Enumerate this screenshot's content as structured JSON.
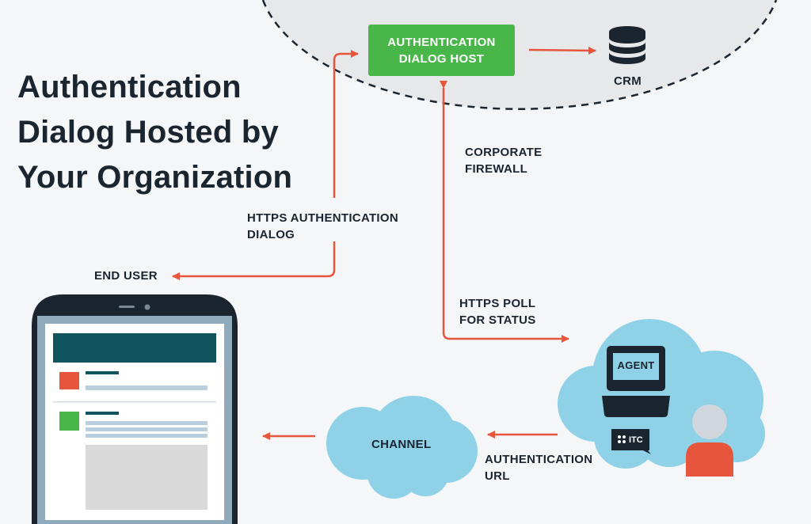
{
  "title": "Authentication\nDialog Hosted by\nYour Organization",
  "nodes": {
    "host": "AUTHENTICATION\nDIALOG HOST",
    "crm": "CRM",
    "channel": "CHANNEL",
    "agent": "AGENT",
    "itc_logo": "ITC"
  },
  "labels": {
    "firewall": "CORPORATE\nFIREWALL",
    "https_dialog": "HTTPS AUTHENTICATION\nDIALOG",
    "end_user": "END USER",
    "https_poll": "HTTPS POLL\nFOR STATUS",
    "auth_url": "AUTHENTICATION\nURL"
  },
  "colors": {
    "arrow": "#e8553d",
    "host_green": "#48b649",
    "cloud": "#8fd1e6",
    "dark": "#1b2530",
    "teal_header": "#12545e",
    "zone_fill": "#e7e8ea"
  },
  "icons": {
    "database": "database-icon",
    "laptop": "laptop-icon",
    "person": "person-icon",
    "phone": "smartphone-icon"
  }
}
